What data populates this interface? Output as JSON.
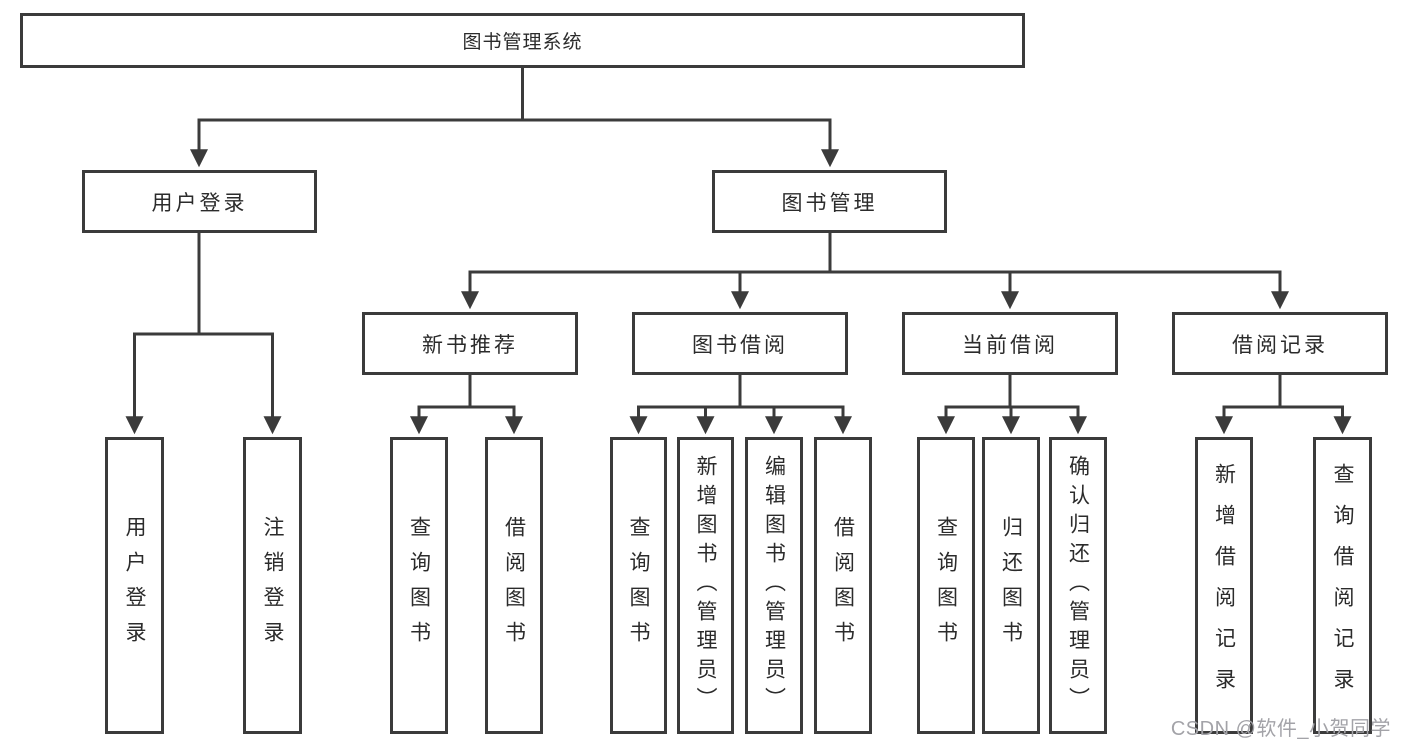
{
  "diagram": {
    "root": {
      "label": "图书管理系统",
      "children": [
        {
          "label": "用户登录",
          "children": [
            {
              "label": "用户登录"
            },
            {
              "label": "注销登录"
            }
          ]
        },
        {
          "label": "图书管理",
          "children": [
            {
              "label": "新书推荐",
              "children": [
                {
                  "label": "查询图书"
                },
                {
                  "label": "借阅图书"
                }
              ]
            },
            {
              "label": "图书借阅",
              "children": [
                {
                  "label": "查询图书"
                },
                {
                  "label": "新增图书（管理员）"
                },
                {
                  "label": "编辑图书（管理员）"
                },
                {
                  "label": "借阅图书"
                }
              ]
            },
            {
              "label": "当前借阅",
              "children": [
                {
                  "label": "查询图书"
                },
                {
                  "label": "归还图书"
                },
                {
                  "label": "确认归还（管理员）"
                }
              ]
            },
            {
              "label": "借阅记录",
              "children": [
                {
                  "label": "新增借阅记录"
                },
                {
                  "label": "查询借阅记录"
                }
              ]
            }
          ]
        }
      ]
    }
  },
  "watermark": {
    "text": "CSDN @软件_小贺同学"
  },
  "colors": {
    "line": "#3b3b3b",
    "box_border": "#3b3b3b",
    "text": "#2b2b2b",
    "watermark": "#a3a3a8",
    "background": "#ffffff"
  }
}
